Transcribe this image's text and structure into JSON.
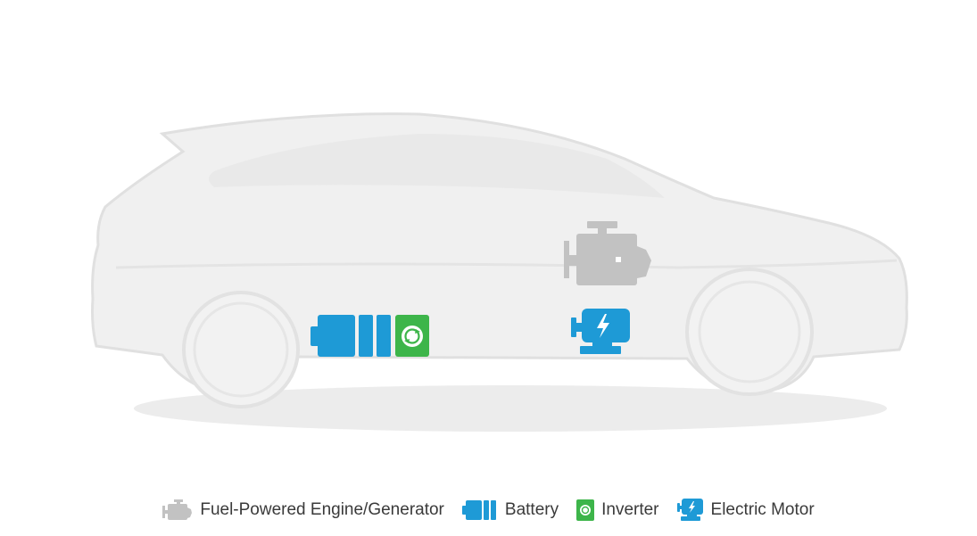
{
  "colors": {
    "car_silhouette": "#eeeeee",
    "car_outline": "#e2e2e2",
    "engine_gray": "#c2c2c2",
    "battery_blue": "#1e9ad6",
    "inverter_green": "#3db54a",
    "motor_blue": "#1e9ad6",
    "shadow": "#ececec"
  },
  "components": {
    "engine": {
      "icon": "engine-icon",
      "color": "#c2c2c2"
    },
    "battery": {
      "icon": "battery-icon",
      "color": "#1e9ad6"
    },
    "inverter": {
      "icon": "inverter-icon",
      "color": "#3db54a"
    },
    "motor": {
      "icon": "electric-motor-icon",
      "color": "#1e9ad6"
    }
  },
  "legend": {
    "items": [
      {
        "icon": "engine-icon",
        "label": "Fuel-Powered Engine/Generator"
      },
      {
        "icon": "battery-icon",
        "label": "Battery"
      },
      {
        "icon": "inverter-icon",
        "label": "Inverter"
      },
      {
        "icon": "electric-motor-icon",
        "label": "Electric Motor"
      }
    ]
  }
}
